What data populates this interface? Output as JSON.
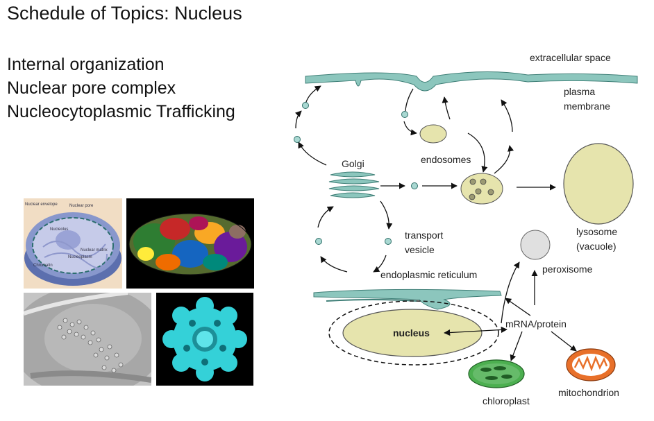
{
  "slide": {
    "title": "Schedule of Topics: Nucleus",
    "topics": [
      "Internal organization",
      "Nuclear pore complex",
      "Nucleocytoplasmic Trafficking"
    ]
  },
  "figures": {
    "nucleus_cutaway_labels": [
      "Nuclear envelope",
      "Nuclear pore",
      "Nucleolus",
      "Nuclear matrix",
      "Nucleoplasm",
      "Chromatin"
    ]
  },
  "diagram": {
    "labels": {
      "extracellular": "extracellular space",
      "plasma_membrane_1": "plasma",
      "plasma_membrane_2": "membrane",
      "golgi": "Golgi",
      "endosomes": "endosomes",
      "transport_vesicle_1": "transport",
      "transport_vesicle_2": "vesicle",
      "lysosome_1": "lysosome",
      "lysosome_2": "(vacuole)",
      "er": "endoplasmic reticulum",
      "peroxisome": "peroxisome",
      "mrna": "mRNA/protein",
      "nucleus": "nucleus",
      "chloroplast": "chloroplast",
      "mitochondrion": "mitochondrion"
    }
  },
  "colors": {
    "membrane": "#7fbcb3",
    "organelle_fill": "#e6e4ad",
    "vesicle": "#a9d8d2",
    "chloroplast": "#3f9e4a",
    "mitochondrion": "#e8702a",
    "pore_cyan": "#34d1d8"
  }
}
